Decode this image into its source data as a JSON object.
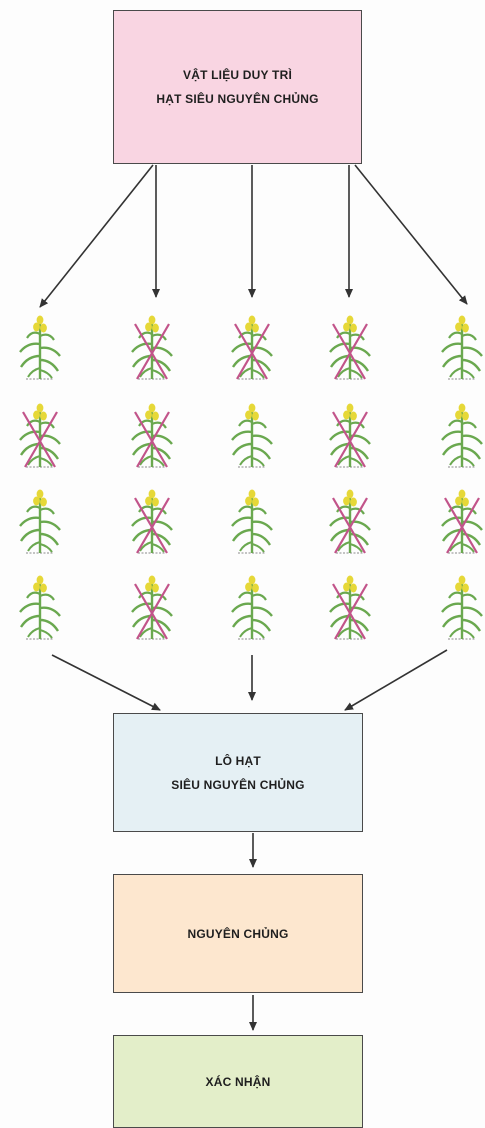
{
  "boxes": {
    "top": {
      "line1": "VẬT LIỆU DUY TRÌ",
      "line2": "HẠT SIÊU NGUYÊN CHỦNG"
    },
    "lot": {
      "line1": "LÔ HẠT",
      "line2": "SIÊU NGUYÊN CHỦNG"
    },
    "nguyen_chung": {
      "label": "NGUYÊN CHỦNG"
    },
    "xac_nhan": {
      "label": "XÁC NHẬN"
    }
  },
  "plants": {
    "columns": 5,
    "rows": 4,
    "rejected": [
      [
        false,
        true,
        true,
        true,
        false
      ],
      [
        true,
        true,
        false,
        true,
        false
      ],
      [
        false,
        true,
        false,
        true,
        true
      ],
      [
        false,
        true,
        false,
        true,
        false
      ]
    ]
  },
  "colors": {
    "top_box": "#f9d5e2",
    "lot_box": "#e5f0f4",
    "nguyen_chung_box": "#fde7cf",
    "xac_nhan_box": "#e3eec9",
    "plant_leaf": "#6aa84f",
    "plant_tassel": "#e6d838",
    "reject_mark": "#c2548a"
  }
}
